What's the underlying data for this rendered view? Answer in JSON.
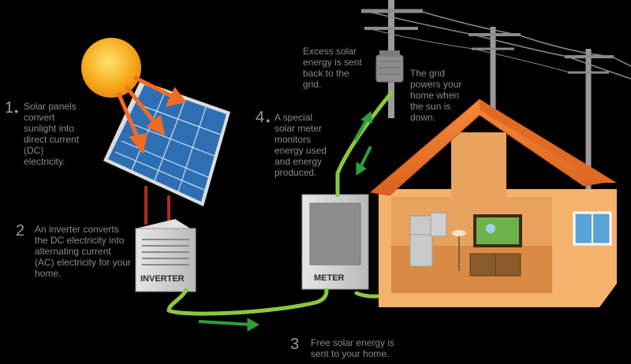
{
  "steps": [
    {
      "number": "1",
      "text": "Solar panels convert sunlight into direct current (DC) electricity."
    },
    {
      "number": "2",
      "text": "An inverter converts the DC electricity into alternating current (AC) electricity for your home."
    },
    {
      "number": "3",
      "text": "Free solar energy is sent to your home."
    },
    {
      "number": "4",
      "text": "A special solar meter monitors energy used and energy produced."
    }
  ],
  "notes": {
    "excess": "Excess solar energy is sent back to the grid.",
    "grid": "The grid powers your home when the sun is down."
  },
  "labels": {
    "inverter": "INVERTER",
    "meter": "METER"
  },
  "colors": {
    "sun": "#F7A81B",
    "panel": "#2E6FB3",
    "roof": "#E8772B",
    "house_wall": "#F4B26D",
    "wire": "#8DC63F",
    "arrow_green": "#2E9E3A",
    "arrow_red": "#C0392B"
  }
}
